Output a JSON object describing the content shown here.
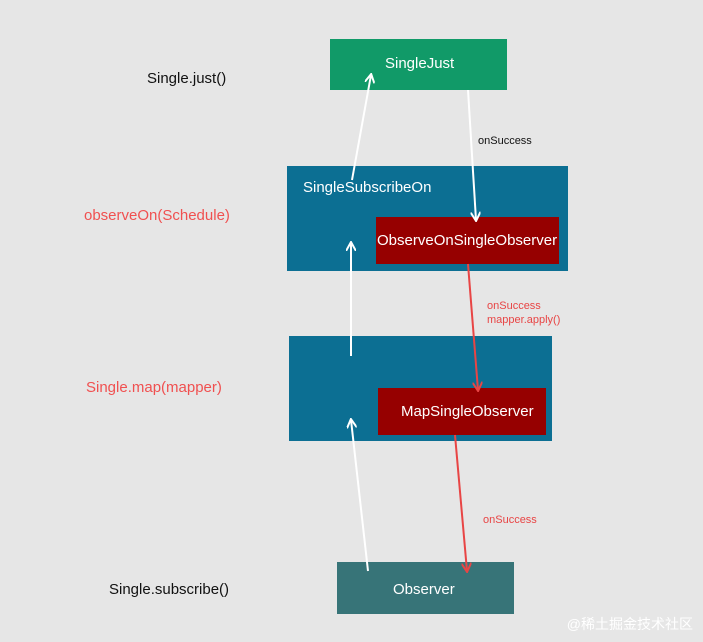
{
  "colors": {
    "background": "#e6e6e6",
    "single_just": "#119a68",
    "container": "#0c6f93",
    "observer_red": "#960000",
    "observer_box": "#377478",
    "arrow_white": "#ffffff",
    "arrow_red": "#e84545",
    "label_black": "#111111",
    "label_red": "#f05050"
  },
  "side_labels": {
    "just": "Single.just()",
    "observe_on": "observeOn(Schedule)",
    "map": "Single.map(mapper)",
    "subscribe": "Single.subscribe()"
  },
  "nodes": {
    "single_just": "SingleJust",
    "single_subscribe_on": "SingleSubscribeOn",
    "observe_on_observer": "ObserveOnSingleObserver",
    "map_observer": "MapSingleObserver",
    "observer": "Observer"
  },
  "edge_labels": {
    "on_success_1": "onSuccess",
    "on_success_2_line1": "onSuccess",
    "on_success_2_line2": "mapper.apply()",
    "on_success_3": "onSuccess"
  },
  "watermark": "@稀土掘金技术社区"
}
